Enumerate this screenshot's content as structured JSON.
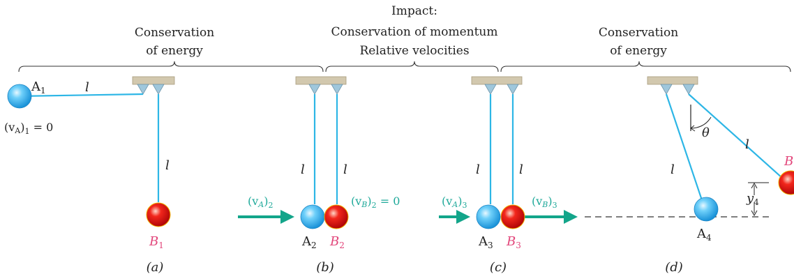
{
  "headers": {
    "left_line1": "Conservation",
    "left_line2": "of energy",
    "mid_line1": "Impact:",
    "mid_line2": "Conservation of momentum",
    "mid_line3": "Relative velocities",
    "right_line1": "Conservation",
    "right_line2": "of energy"
  },
  "panel_a": {
    "ball_a_label": "A",
    "ball_a_sub": "1",
    "length_top": "l",
    "length_vertical": "l",
    "velocity_label": "(v",
    "velocity_sub_a": "A",
    "velocity_close": ")",
    "velocity_sub_1": "1",
    "velocity_eq": " = 0",
    "ball_b_label": "B",
    "ball_b_sub": "1",
    "caption": "(a)"
  },
  "panel_b": {
    "length_left": "l",
    "length_right": "l",
    "va_label": "(v",
    "va_sub": "A",
    "va_close": ")",
    "va_index": "2",
    "vb_label": "(v",
    "vb_sub": "B",
    "vb_close": ")",
    "vb_index": "2",
    "vb_eq": " = 0",
    "ball_a_label": "A",
    "ball_a_sub": "2",
    "ball_b_label": "B",
    "ball_b_sub": "2",
    "caption": "(b)"
  },
  "panel_c": {
    "length_left": "l",
    "length_right": "l",
    "va_label": "(v",
    "va_sub": "A",
    "va_close": ")",
    "va_index": "3",
    "vb_label": "(v",
    "vb_sub": "B",
    "vb_close": ")",
    "vb_index": "3",
    "ball_a_label": "A",
    "ball_a_sub": "3",
    "ball_b_label": "B",
    "ball_b_sub": "3",
    "caption": "(c)"
  },
  "panel_d": {
    "length_left": "l",
    "length_right": "l",
    "angle_label": "θ",
    "height_label": "y",
    "height_sub": "4",
    "ball_a_label": "A",
    "ball_a_sub": "4",
    "ball_b_label": "B",
    "caption": "(d)"
  },
  "colors": {
    "ball_a": "#35b4f0",
    "ball_b": "#e8151a",
    "rod": "#2db6e6",
    "arrow": "#13a58a",
    "support": "#d2c8ae",
    "label_pink": "#e2457a",
    "label_teal": "#1fa99a"
  }
}
